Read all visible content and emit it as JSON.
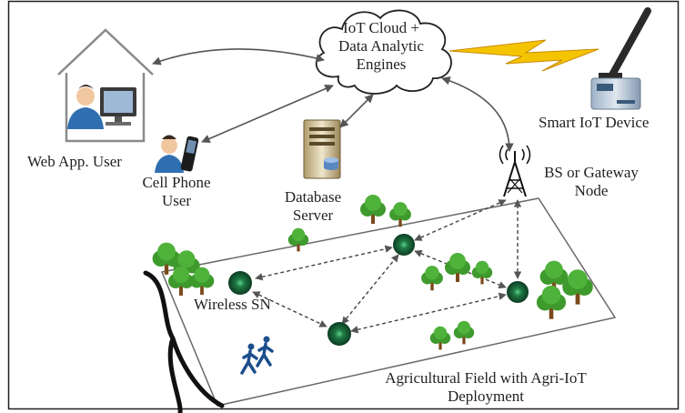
{
  "labels": {
    "cloud_line1": "IoT Cloud +",
    "cloud_line2": "Data Analytic",
    "cloud_line3": "Engines",
    "smart_device": "Smart IoT Device",
    "web_user": "Web App. User",
    "cell_user_line1": "Cell Phone",
    "cell_user_line2": "User",
    "db_line1": "Database",
    "db_line2": "Server",
    "bs_line1": "BS or Gateway",
    "bs_line2": "Node",
    "wsn": "Wireless SN",
    "field_line1": "Agricultural Field with Agri-IoT",
    "field_line2": "Deployment"
  },
  "colors": {
    "text": "#231f20",
    "arrow": "#555555",
    "lightning": "#f5c400",
    "lightning_edge": "#c98a00",
    "tree_foliage": "#3f9a2e",
    "tree_trunk": "#7a4a1c",
    "node_dark": "#0c3b22",
    "node_mid": "#1f7a45",
    "people": "#1c4e8c",
    "bracket": "#111111"
  },
  "icons": [
    "house-icon",
    "web-user-icon",
    "computer-monitor-icon",
    "cell-phone-user-icon",
    "database-server-icon",
    "cloud-icon",
    "lightning-icon",
    "smart-iot-device-icon",
    "antenna-tower-icon",
    "sensor-node-icon",
    "tree-icon",
    "walking-people-icon"
  ]
}
